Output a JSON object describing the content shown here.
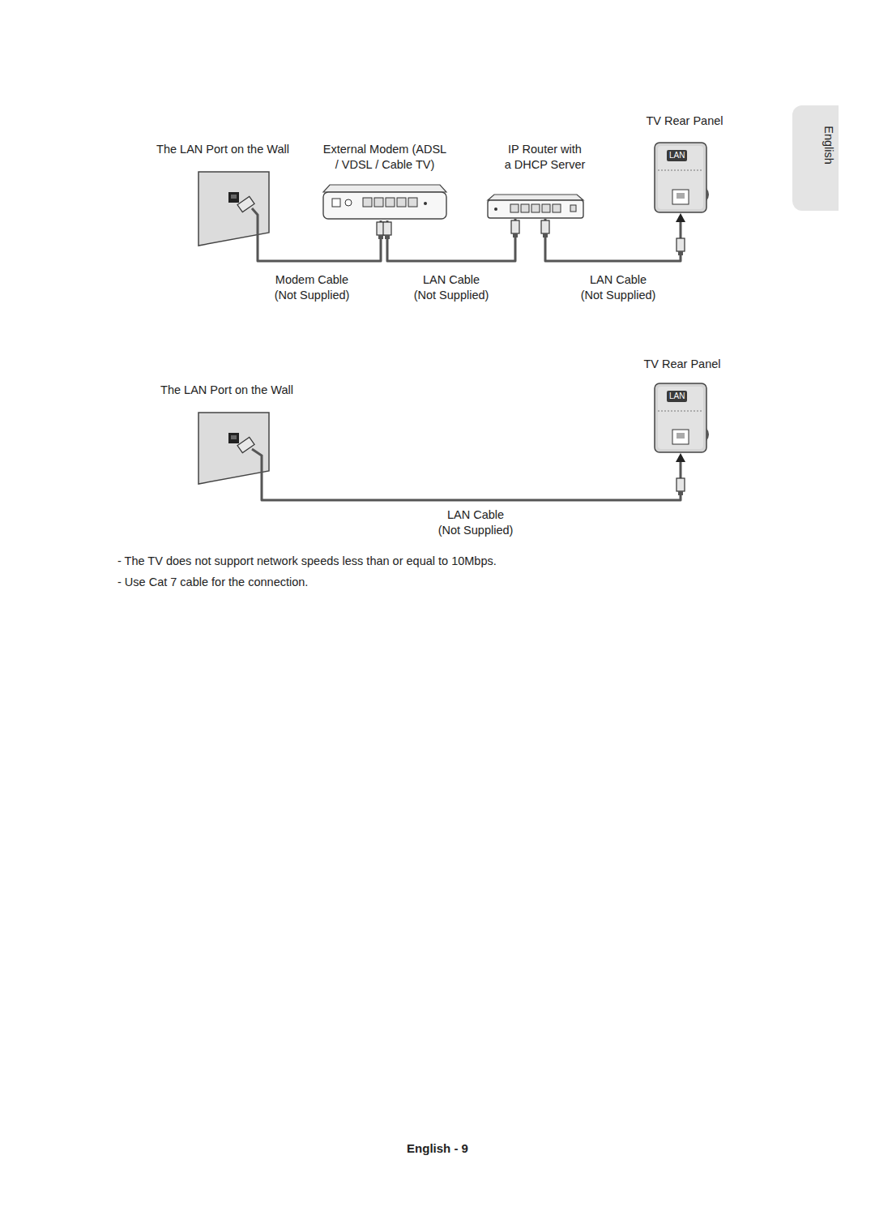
{
  "diagram": {
    "nodes": [
      {
        "text": [
          "The LAN Port on the Wall"
        ]
      },
      {
        "text": [
          "External Modem (ADSL / VDSL / Cable TV)"
        ]
      },
      {
        "text": [
          "IP Router with a DHCP Server"
        ]
      },
      {
        "text": [
          "TV Rear Panel",
          "LAN"
        ]
      },
      {
        "text": [
          "The LAN Port on the Wall"
        ]
      },
      {
        "text": [
          "TV Rear Panel",
          "LAN"
        ]
      },
      {
        "text": [
          "English"
        ]
      }
    ],
    "edges": [
      {
        "from": 0,
        "to": 1,
        "arrow": "none",
        "label": "Modem Cable (Not Supplied)"
      },
      {
        "from": 1,
        "to": 2,
        "arrow": "none",
        "label": "LAN Cable (Not Supplied)"
      },
      {
        "from": 2,
        "to": 3,
        "arrow": "to",
        "label": "LAN Cable (Not Supplied)"
      },
      {
        "from": 4,
        "to": 5,
        "arrow": "to",
        "label": "LAN Cable (Not Supplied)"
      }
    ],
    "labels": [
      "- The TV does not support network speeds less than or equal to 10Mbps.",
      "- Use Cat 7 cable for the connection.",
      "English - 9"
    ]
  }
}
